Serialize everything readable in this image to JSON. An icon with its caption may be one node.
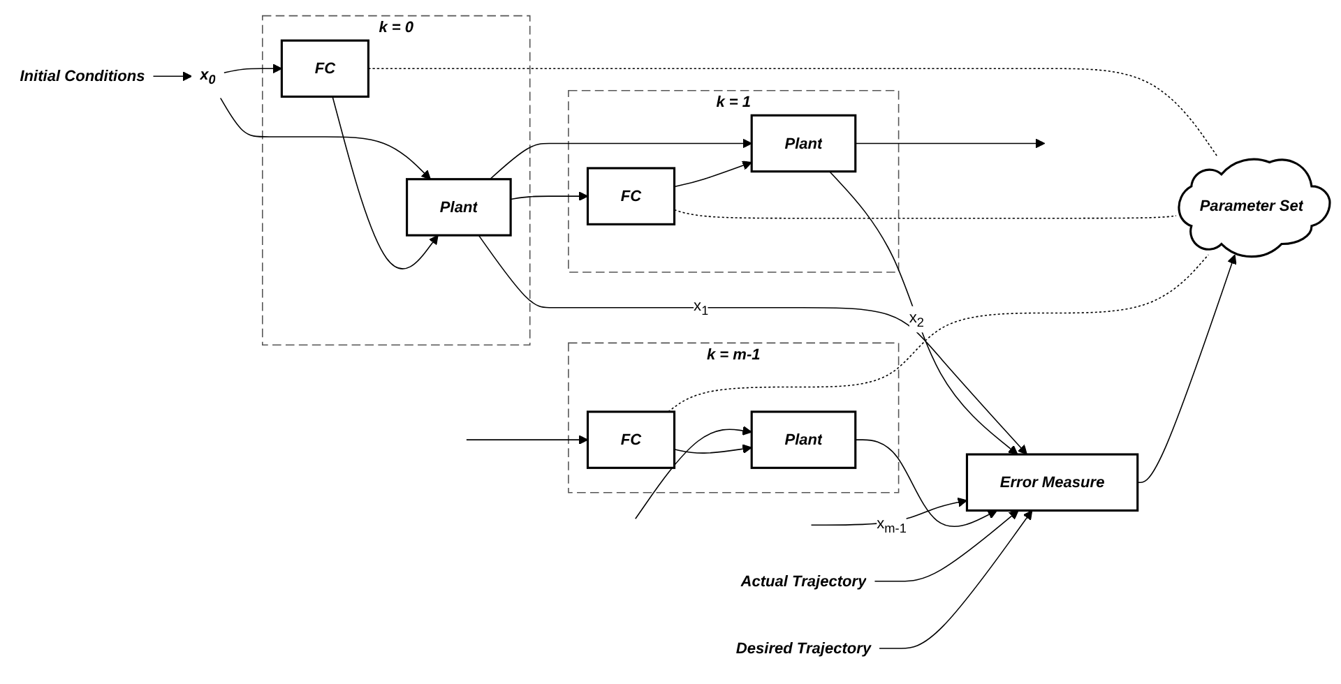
{
  "diagram": {
    "nodes": [
      {
        "text": [
          "Initial Conditions"
        ]
      },
      {
        "text": [
          "x$_{0}$"
        ]
      },
      {
        "text": [
          "k = 0"
        ]
      },
      {
        "text": [
          "FC"
        ],
        "in": 2
      },
      {
        "text": [
          "Plant"
        ],
        "in": 2
      },
      {
        "text": [
          "k = 1"
        ]
      },
      {
        "text": [
          "FC"
        ],
        "in": 5
      },
      {
        "text": [
          "Plant"
        ],
        "in": 5
      },
      {
        "text": [
          "k = m-1"
        ]
      },
      {
        "text": [
          "FC"
        ],
        "in": 8
      },
      {
        "text": [
          "Plant"
        ],
        "in": 8
      },
      {
        "text": [
          "Actual Trajectory"
        ]
      },
      {
        "text": [
          "Error Measure"
        ]
      },
      {
        "text": [
          "Desired Trajectory"
        ]
      },
      {
        "text": [
          "Parameter Set"
        ]
      }
    ],
    "edges": [
      {
        "from": 0,
        "to": 1,
        "arrow": "to"
      },
      {
        "from": 1,
        "to": 3,
        "arrow": "to"
      },
      {
        "from": 1,
        "to": 4,
        "arrow": "to"
      },
      {
        "from": 3,
        "to": 4,
        "arrow": "to"
      },
      {
        "from": 4,
        "to": 6,
        "arrow": "to"
      },
      {
        "from": 4,
        "to": 7,
        "arrow": "to"
      },
      {
        "from": 4,
        "to": 12,
        "arrow": "to",
        "label": "x$_{1}$"
      },
      {
        "from": 6,
        "to": 7,
        "arrow": "to"
      },
      {
        "from": 7,
        "to": 12,
        "arrow": "to",
        "label": "x$_{2}$"
      },
      {
        "from": 7,
        "to": null,
        "arrow": "to"
      },
      {
        "from": null,
        "to": 9,
        "arrow": "to"
      },
      {
        "from": null,
        "to": 10,
        "arrow": "to"
      },
      {
        "from": null,
        "to": 12,
        "arrow": "to",
        "label": "x$_{m-1}$"
      },
      {
        "from": 9,
        "to": 10,
        "arrow": "to"
      },
      {
        "from": 10,
        "to": 12,
        "arrow": "to"
      },
      {
        "from": 11,
        "to": 12,
        "arrow": "to"
      },
      {
        "from": 13,
        "to": 12,
        "arrow": "to"
      },
      {
        "from": 3,
        "to": 14,
        "arrow": "none",
        "style": "dashed"
      },
      {
        "from": 6,
        "to": 14,
        "arrow": "none",
        "style": "dashed"
      },
      {
        "from": 9,
        "to": 14,
        "arrow": "none",
        "style": "dashed"
      },
      {
        "from": 12,
        "to": 14,
        "arrow": "to"
      }
    ]
  }
}
